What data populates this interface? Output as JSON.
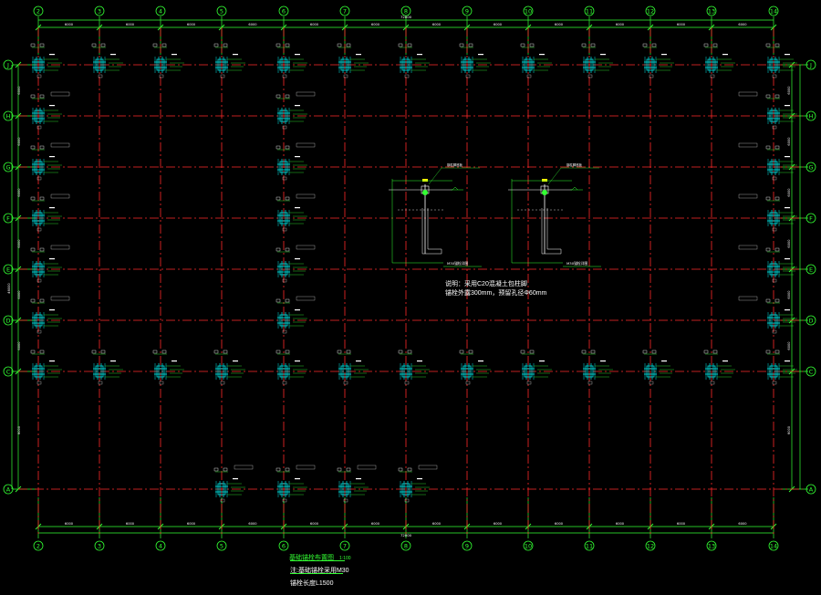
{
  "colors": {
    "background": "#000000",
    "grid_line": "#ff2a2a",
    "dimension": "#33ff33",
    "column": "#00e5e5",
    "text": "#ffffff",
    "marker": "#ffff00"
  },
  "drawing": {
    "column_axes": [
      "2",
      "3",
      "4",
      "5",
      "6",
      "7",
      "8",
      "9",
      "10",
      "11",
      "12",
      "13",
      "14"
    ],
    "row_axes": [
      "J",
      "H",
      "G",
      "F",
      "E",
      "D",
      "C",
      "A"
    ],
    "overall_length_label": "72000",
    "bay_width_label": "6000",
    "overall_width_label": "46000",
    "side_dims_right": [
      "6000",
      "6000",
      "6000",
      "6000",
      "6000",
      "6000",
      "6000",
      "15000"
    ],
    "legend": {
      "title": "基础锚栓布置图",
      "scale": "1:100",
      "line1": "注:基础锚栓采用M30",
      "line2": "锚栓长度L1500"
    },
    "notes": {
      "line1": "说明：采用C20混凝土包柱脚",
      "line2": "锚栓外露300mm，预留孔径Φ60mm"
    },
    "section_details": [
      {
        "top_note": "钢柱脚底板",
        "label": "M30锚栓详图"
      },
      {
        "top_note": "钢柱脚底板",
        "label": "M30锚栓详图"
      }
    ]
  }
}
